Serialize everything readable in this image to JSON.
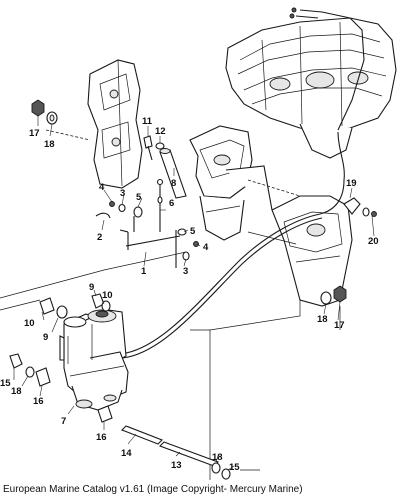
{
  "caption": "European Marine Catalog v1.61 (Image Copyright- Mercury Marine)",
  "labels": [
    "1",
    "2",
    "3",
    "3",
    "4",
    "4",
    "5",
    "5",
    "6",
    "7",
    "8",
    "9",
    "9",
    "10",
    "10",
    "11",
    "12",
    "13",
    "14",
    "15",
    "15",
    "15",
    "16",
    "16",
    "17",
    "17",
    "18",
    "18",
    "18",
    "18",
    "19",
    "20"
  ]
}
